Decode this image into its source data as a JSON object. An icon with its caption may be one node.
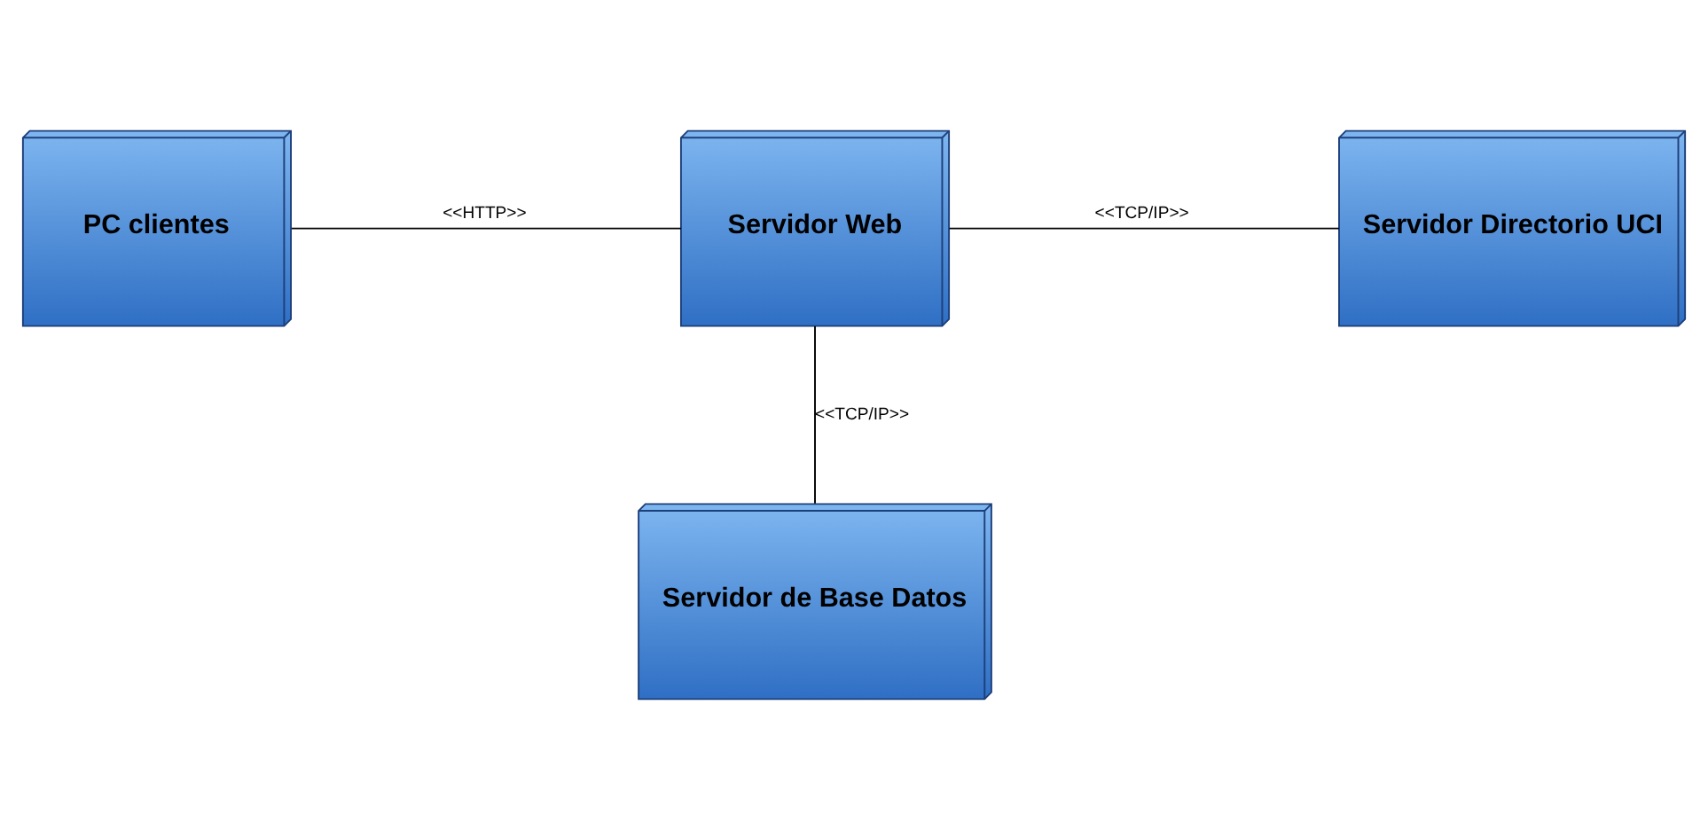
{
  "diagram": {
    "nodes": [
      {
        "text": [
          "PC clientes"
        ]
      },
      {
        "text": [
          "Servidor Web"
        ]
      },
      {
        "text": [
          "Servidor Directorio UCI"
        ]
      },
      {
        "text": [
          "Servidor de Base Datos"
        ]
      }
    ],
    "edges": [
      {
        "from": 0,
        "to": 1,
        "arrow": "none",
        "label": "<<HTTP>>"
      },
      {
        "from": 1,
        "to": 2,
        "arrow": "none",
        "label": "<<TCP/IP>>"
      },
      {
        "from": 1,
        "to": 3,
        "arrow": "none",
        "label": "<<TCP/IP>>"
      }
    ]
  }
}
